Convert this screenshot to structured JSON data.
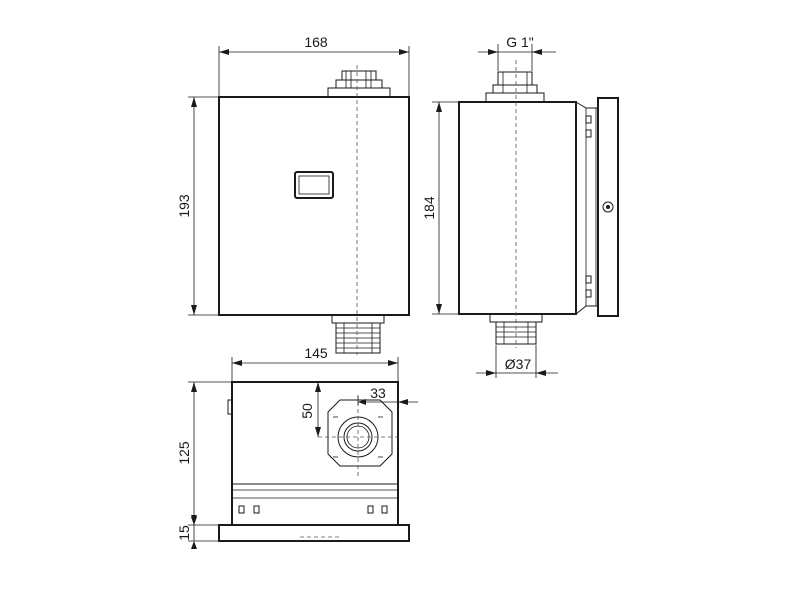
{
  "dimensions": {
    "front_width": "168",
    "front_height": "193",
    "side_thread": "G 1\"",
    "side_height": "184",
    "side_outlet_diameter": "Ø37",
    "top_width": "145",
    "top_inlet_offset_x": "33",
    "top_inlet_offset_y": "50",
    "top_depth": "125",
    "top_plate_thickness": "15"
  }
}
